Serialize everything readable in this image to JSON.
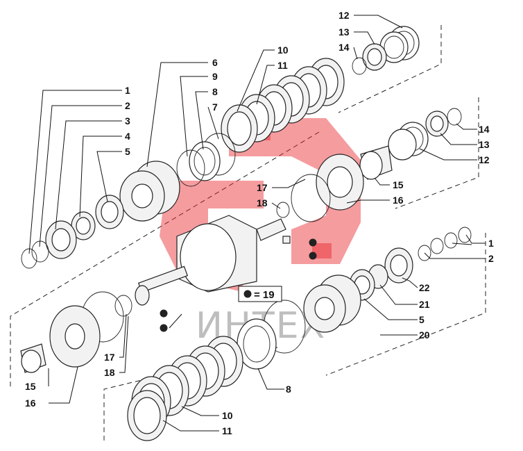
{
  "callouts": {
    "c1_left": "1",
    "c2_left": "2",
    "c3": "3",
    "c4": "4",
    "c5_left": "5",
    "c6": "6",
    "c9": "9",
    "c8_top": "8",
    "c7": "7",
    "c10_top": "10",
    "c11_top": "11",
    "c12_top": "12",
    "c13_top": "13",
    "c14_top": "14",
    "c14_right": "14",
    "c13_right": "13",
    "c12_right": "12",
    "c17_mid": "17",
    "c18_mid": "18",
    "c15_mid": "15",
    "c16_mid": "16",
    "c1_right": "1",
    "c2_right": "2",
    "c22": "22",
    "c21": "21",
    "c5_right": "5",
    "c20": "20",
    "c17_low": "17",
    "c18_low": "18",
    "c15_low": "15",
    "c16_low": "16",
    "c8_low": "8",
    "c10_low": "10",
    "c11_low": "11"
  },
  "legend": {
    "text": "= 19"
  },
  "watermark": {
    "text": "ИНТЕХ",
    "color": "#e8232a"
  }
}
